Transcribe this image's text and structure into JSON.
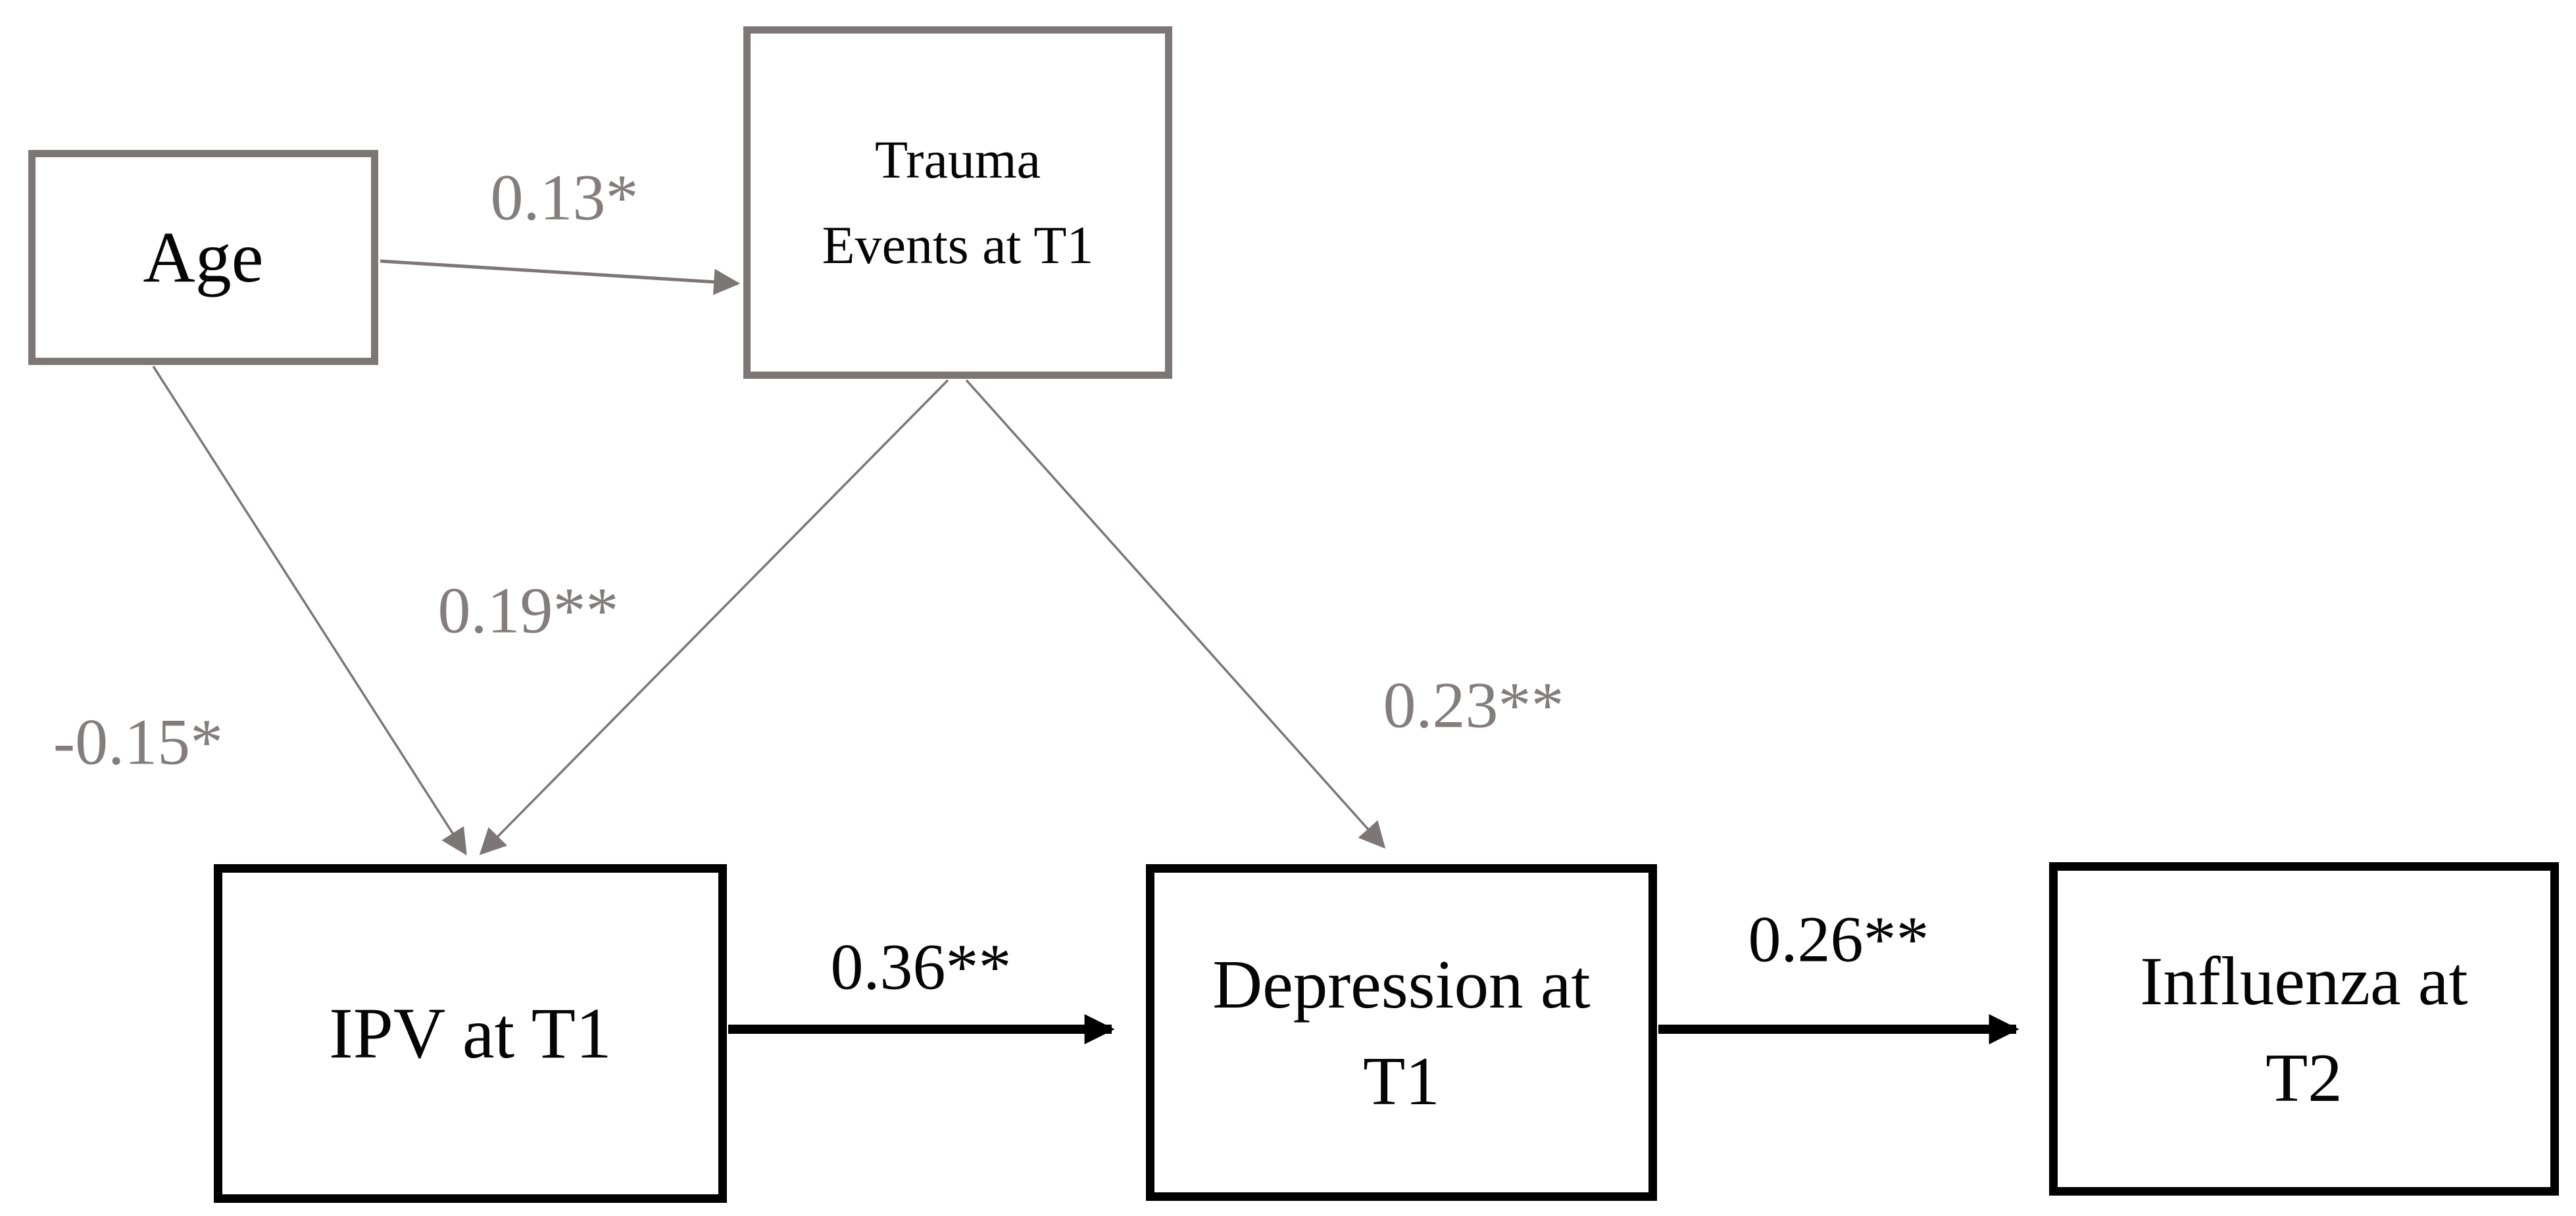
{
  "diagram": {
    "type": "path-model",
    "background_color": "#ffffff",
    "colors": {
      "primary_black": "#000000",
      "secondary_gray": "#7d7677",
      "gray_label": "#847d7e"
    },
    "nodes": [
      {
        "id": "age",
        "label": "Age",
        "style": "gray"
      },
      {
        "id": "trauma",
        "label": "Trauma\nEvents at T1",
        "style": "gray"
      },
      {
        "id": "ipv",
        "label": "IPV at T1",
        "style": "black"
      },
      {
        "id": "depression",
        "label": "Depression at\nT1",
        "style": "black"
      },
      {
        "id": "influenza",
        "label": "Influenza at\nT2",
        "style": "black"
      }
    ],
    "edges": [
      {
        "from": "age",
        "to": "trauma",
        "label": "0.13*",
        "style": "gray"
      },
      {
        "from": "age",
        "to": "ipv",
        "label": "-0.15*",
        "style": "gray"
      },
      {
        "from": "trauma",
        "to": "ipv",
        "label": "0.19**",
        "style": "gray"
      },
      {
        "from": "trauma",
        "to": "depression",
        "label": "0.23**",
        "style": "gray"
      },
      {
        "from": "ipv",
        "to": "depression",
        "label": "0.36**",
        "style": "black"
      },
      {
        "from": "depression",
        "to": "influenza",
        "label": "0.26**",
        "style": "black"
      }
    ]
  }
}
